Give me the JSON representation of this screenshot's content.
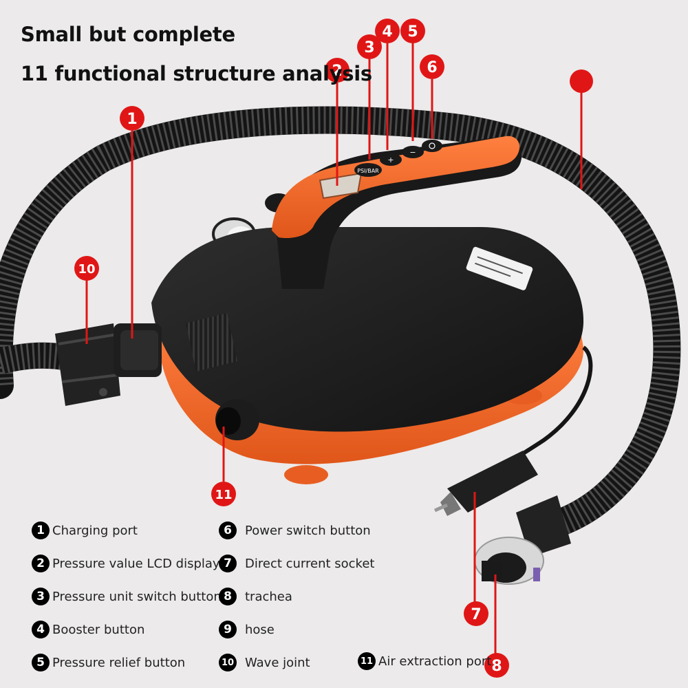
{
  "heading": {
    "line1": "Small but complete",
    "line2": "11 functional structure analysis"
  },
  "callouts": [
    "1",
    "2",
    "3",
    "4",
    "5",
    "6",
    "7",
    "8",
    "10",
    "11"
  ],
  "legend": [
    {
      "num": "1",
      "label": "Charging port"
    },
    {
      "num": "2",
      "label": "Pressure value LCD display"
    },
    {
      "num": "3",
      "label": "Pressure unit switch button"
    },
    {
      "num": "4",
      "label": "Booster button"
    },
    {
      "num": "5",
      "label": "Pressure relief button"
    },
    {
      "num": "6",
      "label": "Power switch button"
    },
    {
      "num": "7",
      "label": "Direct current socket"
    },
    {
      "num": "8",
      "label": "trachea"
    },
    {
      "num": "9",
      "label": "hose"
    },
    {
      "num": "10",
      "label": "Wave joint"
    },
    {
      "num": "11",
      "label": "Air extraction port"
    }
  ],
  "device_buttons": {
    "plus": "+",
    "minus": "−",
    "unit": "PSI/BAR"
  },
  "colors": {
    "background": "#eceaea",
    "pump_orange": "#f06a2a",
    "pump_body": "#1c1c1c",
    "callout_red": "#e01616",
    "hose": "#1a1a1a"
  }
}
